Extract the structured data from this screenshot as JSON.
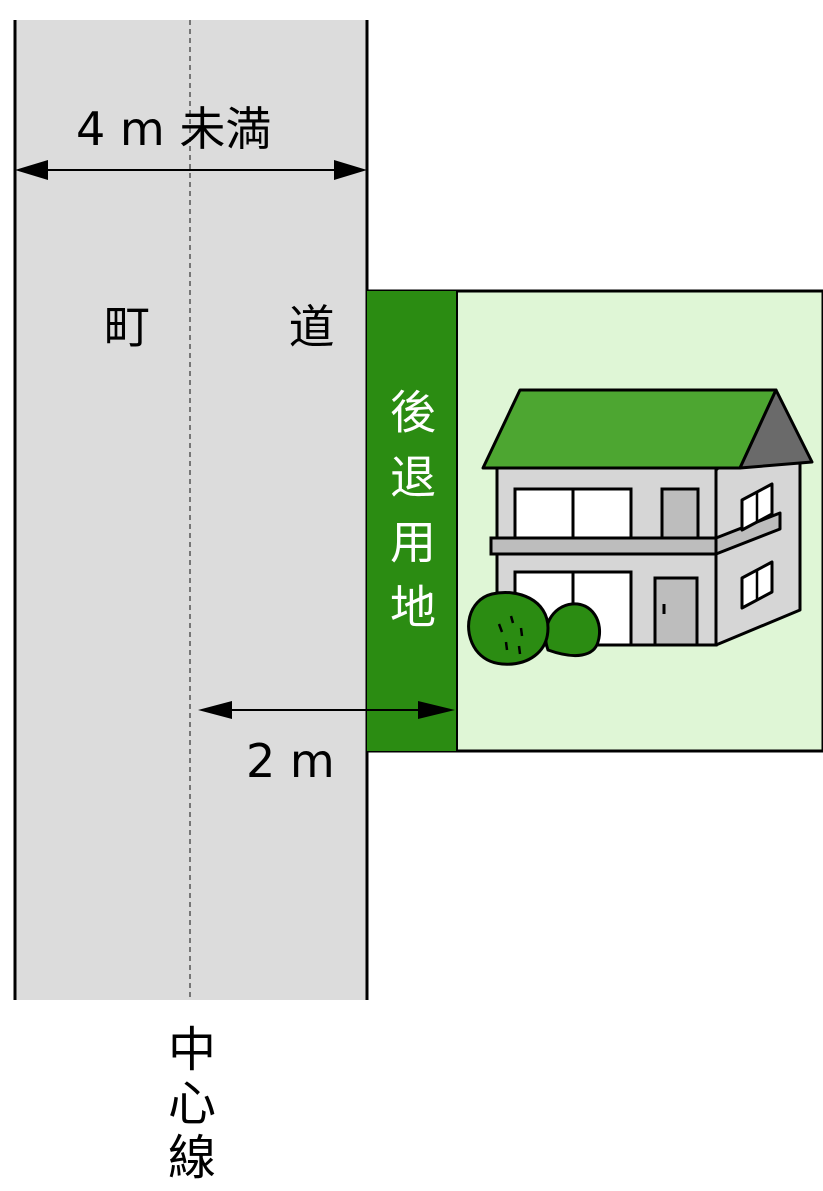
{
  "road": {
    "width_label": "4 m 未満",
    "name": "町 道"
  },
  "setback": {
    "label": "後退用地",
    "distance_label": "2 m"
  },
  "centerline": {
    "label": "中心線"
  },
  "colors": {
    "road": "#dcdcdc",
    "setback_strip": "#2b8c12",
    "lot": "#dff6d6",
    "roof": "#4da631",
    "wall": "#d6d6d6",
    "shrub": "#2b8c12"
  },
  "icons": [
    "house-icon",
    "shrub-icon"
  ]
}
